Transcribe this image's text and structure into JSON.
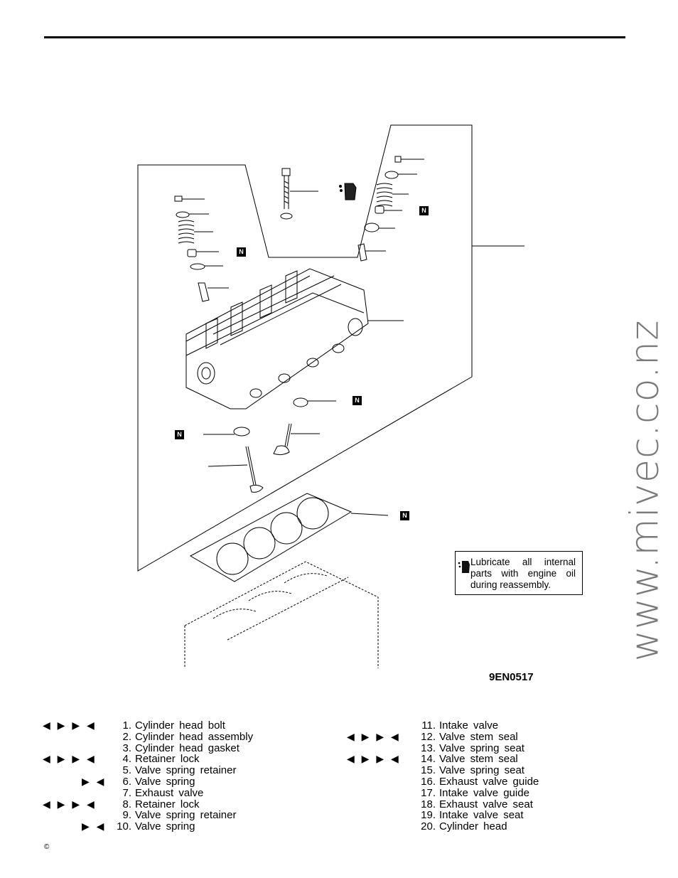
{
  "figure": {
    "code": "9EN0517",
    "note": "Lubricate all internal parts with engine oil during reassembly.",
    "marker_label": "N"
  },
  "watermark": "www.mivec.co.nz",
  "parts_left": [
    {
      "arrows": "◀ ▶ ▶ ◀",
      "number": "1.",
      "name": "Cylinder head bolt"
    },
    {
      "arrows": "",
      "number": "2.",
      "name": "Cylinder head assembly"
    },
    {
      "arrows": "",
      "number": "3.",
      "name": "Cylinder head gasket"
    },
    {
      "arrows": "◀ ▶ ▶ ◀",
      "number": "4.",
      "name": "Retainer lock"
    },
    {
      "arrows": "",
      "number": "5.",
      "name": "Valve spring retainer"
    },
    {
      "arrows": "▶ ◀",
      "number": "6.",
      "name": "Valve spring"
    },
    {
      "arrows": "",
      "number": "7.",
      "name": "Exhaust valve"
    },
    {
      "arrows": "◀ ▶ ▶ ◀",
      "number": "8.",
      "name": "Retainer lock"
    },
    {
      "arrows": "",
      "number": "9.",
      "name": "Valve spring retainer"
    },
    {
      "arrows": "▶ ◀",
      "number": "10.",
      "name": "Valve spring"
    }
  ],
  "parts_right": [
    {
      "arrows": "",
      "number": "11.",
      "name": "Intake valve"
    },
    {
      "arrows": "◀ ▶ ▶ ◀",
      "number": "12.",
      "name": "Valve stem seal"
    },
    {
      "arrows": "",
      "number": "13.",
      "name": "Valve spring seat"
    },
    {
      "arrows": "◀ ▶ ▶ ◀",
      "number": "14.",
      "name": "Valve stem seal"
    },
    {
      "arrows": "",
      "number": "15.",
      "name": "Valve spring seat"
    },
    {
      "arrows": "",
      "number": "16.",
      "name": "Exhaust valve guide"
    },
    {
      "arrows": "",
      "number": "17.",
      "name": "Intake valve guide"
    },
    {
      "arrows": "",
      "number": "18.",
      "name": "Exhaust valve seat"
    },
    {
      "arrows": "",
      "number": "19.",
      "name": "Intake valve seat"
    },
    {
      "arrows": "",
      "number": "20.",
      "name": "Cylinder head"
    }
  ],
  "copyright": "©"
}
